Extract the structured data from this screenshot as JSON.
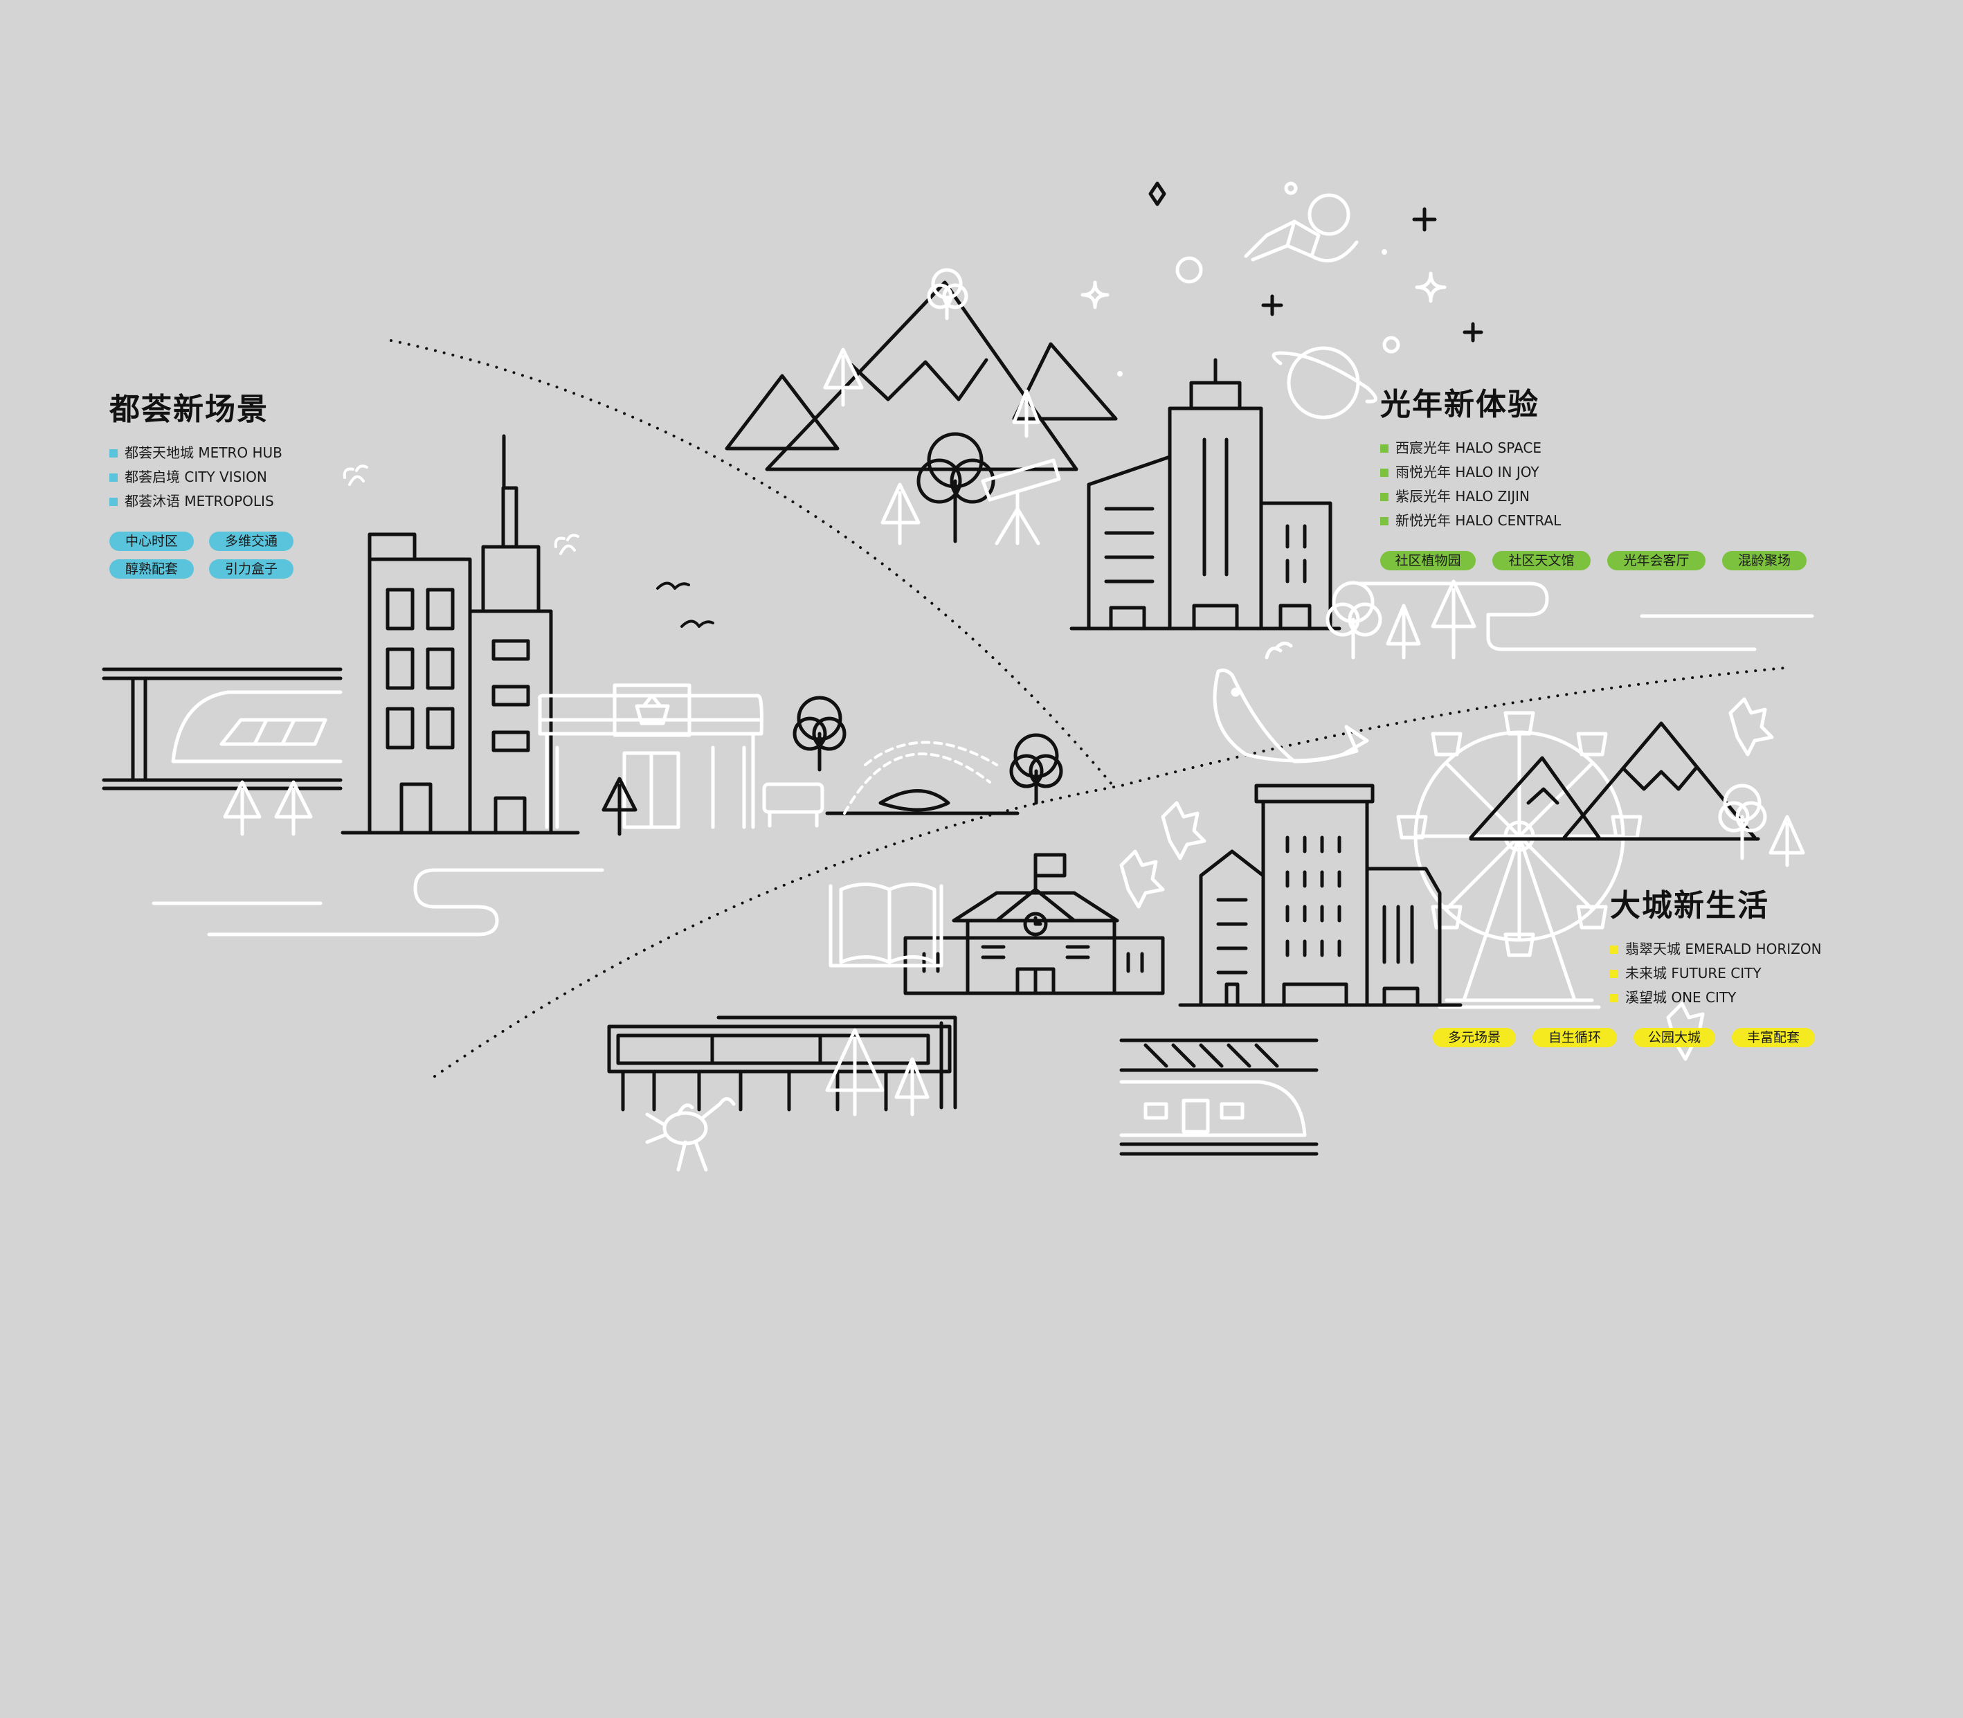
{
  "sections": {
    "metro": {
      "title": "都荟新场景",
      "items": [
        "都荟天地城 METRO HUB",
        "都荟启境 CITY VISION",
        "都荟沐语 METROPOLIS"
      ],
      "tags": [
        "中心时区",
        "多维交通",
        "醇熟配套",
        "引力盒子"
      ],
      "accent": "#5bc4dd"
    },
    "halo": {
      "title": "光年新体验",
      "items": [
        "西宸光年 HALO SPACE",
        "雨悦光年 HALO IN JOY",
        "紫辰光年 HALO ZIJIN",
        "新悦光年 HALO CENTRAL"
      ],
      "tags": [
        "社区植物园",
        "社区天文馆",
        "光年会客厅",
        "混龄聚场"
      ],
      "accent": "#7cc23f"
    },
    "city": {
      "title": "大城新生活",
      "items": [
        "翡翠天城 EMERALD HORIZON",
        "未来城  FUTURE  CITY",
        "溪望城  ONE CITY"
      ],
      "tags": [
        "多元场景",
        "自生循环",
        "公园大城",
        "丰富配套"
      ],
      "accent": "#f4ea1f"
    }
  },
  "colors": {
    "background": "#d4d4d4",
    "line_dark": "#111111",
    "line_light": "#ffffff"
  },
  "icons": [
    "train-icon",
    "building-icon",
    "shop-icon",
    "tree-icon",
    "mountain-icon",
    "telescope-icon",
    "astronaut-icon",
    "planet-icon",
    "star-icon",
    "whale-icon",
    "ferris-wheel-icon",
    "school-icon",
    "book-icon",
    "crab-icon",
    "leaf-icon",
    "bird-icon",
    "bench-icon"
  ]
}
